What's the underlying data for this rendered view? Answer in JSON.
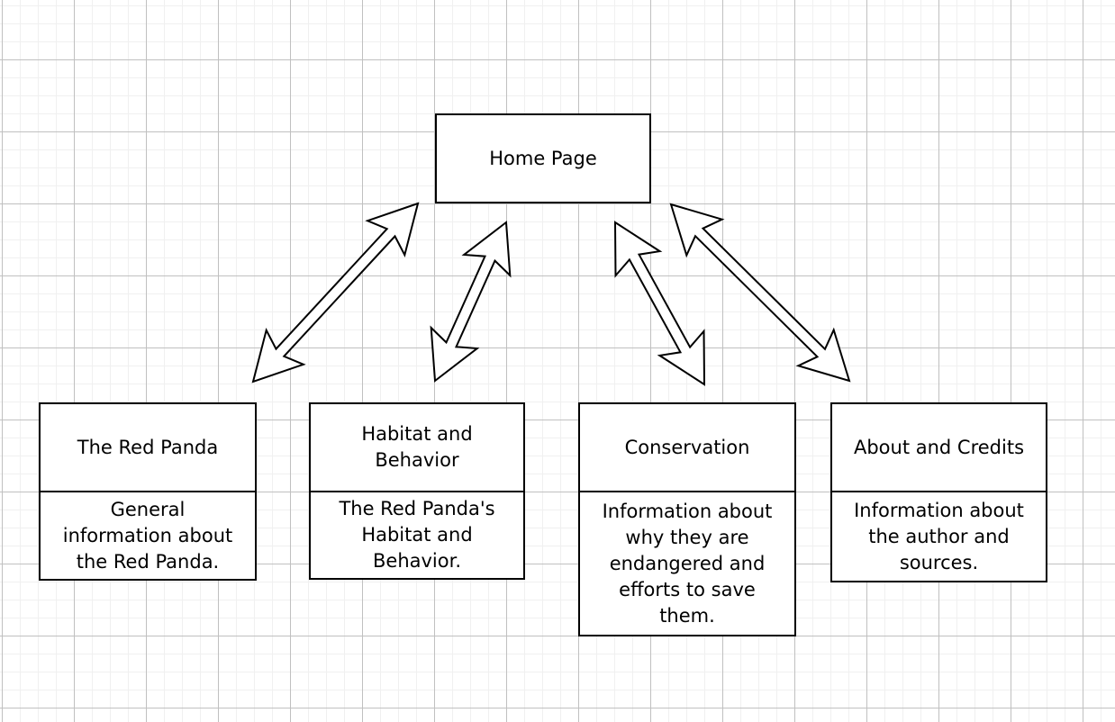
{
  "canvas": {
    "background_color": "#ffffff",
    "grid_minor_color": "#f0f0f0",
    "grid_major_color": "#c0c0c0"
  },
  "diagram": {
    "stroke_color": "#000000",
    "fill_color": "#ffffff",
    "nodes": [
      {
        "id": "home",
        "title": "Home Page"
      },
      {
        "id": "red-panda",
        "title": "The Red Panda",
        "description": "General\ninformation about\nthe Red Panda."
      },
      {
        "id": "habitat",
        "title": "Habitat and\nBehavior",
        "description": "The Red Panda's\nHabitat and\nBehavior."
      },
      {
        "id": "conservation",
        "title": "Conservation",
        "description": "Information about\nwhy they are\nendangered and\nefforts to save\nthem."
      },
      {
        "id": "about",
        "title": "About and Credits",
        "description": "Information about\nthe author and\nsources."
      }
    ],
    "connections": [
      {
        "from": "home",
        "to": "red-panda",
        "type": "double-arrow"
      },
      {
        "from": "home",
        "to": "habitat",
        "type": "double-arrow"
      },
      {
        "from": "home",
        "to": "conservation",
        "type": "double-arrow"
      },
      {
        "from": "home",
        "to": "about",
        "type": "double-arrow"
      }
    ]
  }
}
